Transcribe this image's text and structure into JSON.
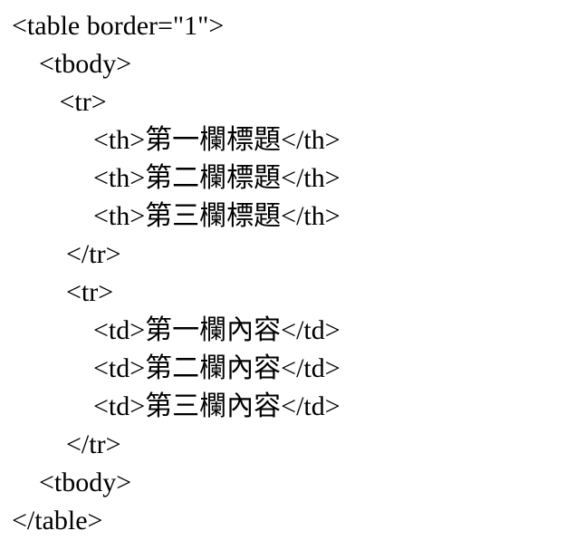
{
  "code": {
    "language": "html-source-listing",
    "description": "Rendered plain-text listing of HTML table markup with Chinese column headers and cells",
    "text_color": "#000000",
    "background_color": "#ffffff",
    "lines": [
      "<table border=\"1\">",
      "    <tbody>",
      "       <tr>",
      "            <th>第一欄標題</th>",
      "            <th>第二欄標題</th>",
      "            <th>第三欄標題</th>",
      "        </tr>",
      "        <tr>",
      "            <td>第一欄內容</td>",
      "            <td>第二欄內容</td>",
      "            <td>第三欄內容</td>",
      "        </tr>",
      "    <tbody>",
      "</table>"
    ]
  }
}
